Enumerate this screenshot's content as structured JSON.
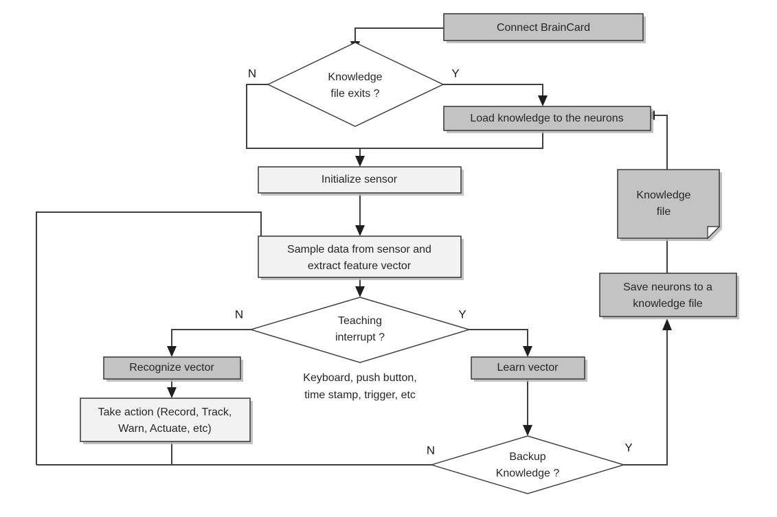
{
  "diagram": {
    "title": "BrainCard neural network sensor processing flowchart",
    "colors": {
      "process_gray_fill": "#c3c3c3",
      "process_light_fill": "#f2f2f2",
      "decision_fill": "#ffffff",
      "stroke": "#3f3f3f",
      "text": "#262626",
      "background": "#ffffff"
    },
    "nodes": {
      "connect_braincard": {
        "label": "Connect  BrainCard",
        "shape": "process",
        "fill": "gray"
      },
      "knowledge_file_exits": {
        "label_line1": "Knowledge",
        "label_line2": "file exits ?",
        "shape": "decision"
      },
      "load_knowledge": {
        "label": "Load knowledge to the neurons",
        "shape": "process",
        "fill": "gray"
      },
      "initialize_sensor": {
        "label": "Initialize sensor",
        "shape": "process",
        "fill": "light"
      },
      "sample_data": {
        "label_line1": "Sample data  from sensor and",
        "label_line2": "extract feature vector",
        "shape": "process",
        "fill": "light"
      },
      "teaching_interrupt": {
        "label_line1": "Teaching",
        "label_line2": "interrupt ?",
        "shape": "decision"
      },
      "recognize_vector": {
        "label": "Recognize vector",
        "shape": "process",
        "fill": "gray"
      },
      "take_action": {
        "label_line1": "Take action (Record, Track,",
        "label_line2": "Warn, Actuate, etc)",
        "shape": "process",
        "fill": "light"
      },
      "learn_vector": {
        "label": "Learn vector",
        "shape": "process",
        "fill": "gray"
      },
      "backup_knowledge": {
        "label_line1": "Backup",
        "label_line2": "Knowledge ?",
        "shape": "decision"
      },
      "save_neurons": {
        "label_line1": "Save neurons to a",
        "label_line2": "knowledge file",
        "shape": "process",
        "fill": "gray"
      },
      "knowledge_file": {
        "label_line1": "Knowledge",
        "label_line2": "file",
        "shape": "document",
        "fill": "gray"
      }
    },
    "annotations": {
      "teaching_sources_line1": "Keyboard, push button,",
      "teaching_sources_line2": "time stamp, trigger, etc"
    },
    "branch_labels": {
      "knowledge_file_exits_no": "N",
      "knowledge_file_exits_yes": "Y",
      "teaching_interrupt_no": "N",
      "teaching_interrupt_yes": "Y",
      "backup_knowledge_no": "N",
      "backup_knowledge_yes": "Y"
    }
  }
}
